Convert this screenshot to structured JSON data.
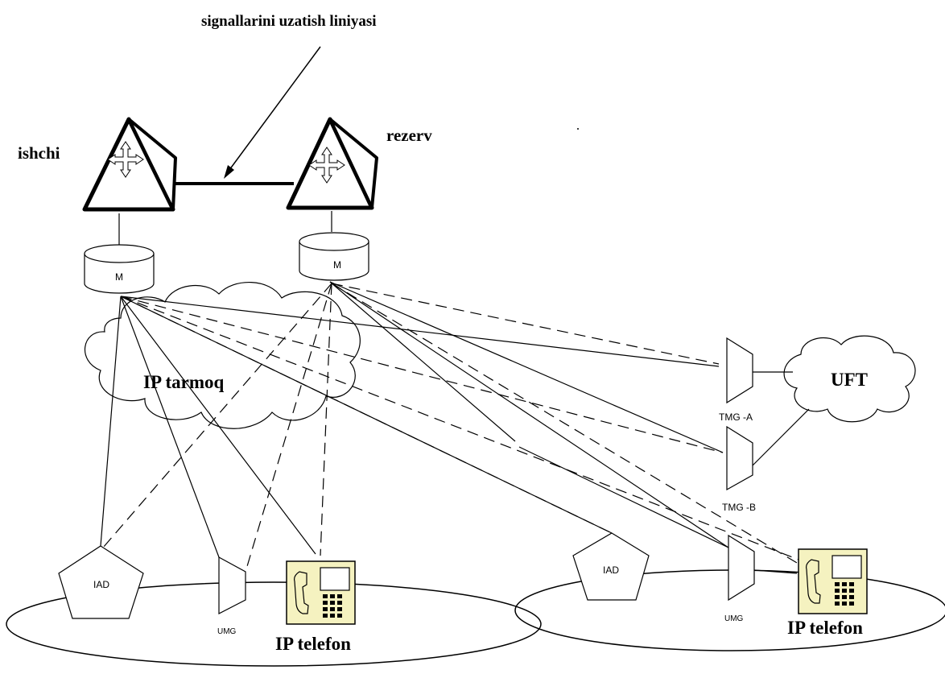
{
  "labels": {
    "signal_line": "signallarini uzatish liniyasi",
    "working": "ishchi",
    "reserve": "rezerv",
    "ip_network": "IP tarmoq",
    "pstn": "UFT",
    "tmg_a": "TMG -A",
    "tmg_b": "TMG -B",
    "iad_left": "IAD",
    "iad_right": "IAD",
    "umg_left": "UMG",
    "umg_right": "UMG",
    "ip_phone_left": "IP telefon",
    "ip_phone_right": "IP telefon",
    "db_left": "M",
    "db_right": "M"
  },
  "colors": {
    "phone_fill": "#f5f2c0",
    "stroke": "#000000"
  },
  "icons": {
    "softswitch": "softswitch-pyramid-icon",
    "database": "database-cylinder-icon",
    "cloud": "cloud-icon",
    "gateway": "trapezoid-gateway-icon",
    "phone": "ip-phone-icon",
    "iad": "pentagon-iad-icon"
  }
}
